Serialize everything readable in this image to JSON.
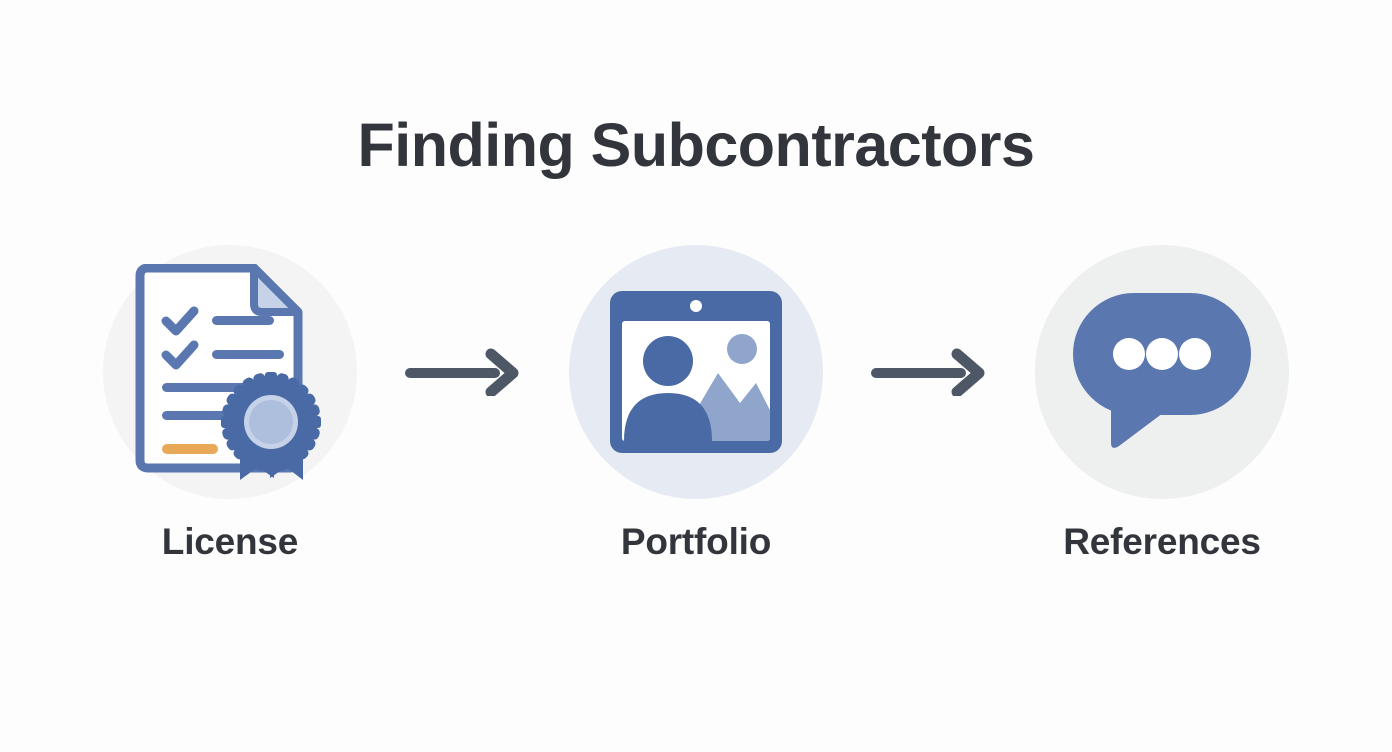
{
  "page": {
    "title": "Finding Subcontractors",
    "background_color": "#fdfdfd",
    "title_color": "#32363c"
  },
  "palette": {
    "primary_blue": "#5a77b0",
    "deep_blue": "#4a6aa5",
    "light_blue": "#8fa5cc",
    "pale_blue": "#c5d2e8",
    "accent_orange": "#e8a857",
    "arrow_gray": "#4e5766",
    "paper_white": "#ffffff"
  },
  "steps": [
    {
      "label": "License",
      "icon_name": "license-document-badge-icon",
      "circle_color": "#f3f4f3",
      "description": "Document with checklist and award seal"
    },
    {
      "label": "Portfolio",
      "icon_name": "portfolio-image-frame-icon",
      "circle_color": "#e6eaf2",
      "description": "Framed photo with person and mountains"
    },
    {
      "label": "References",
      "icon_name": "references-speech-bubble-icon",
      "circle_color": "#eeefef",
      "description": "Speech bubble with three dots"
    }
  ],
  "connectors": [
    {
      "icon_name": "arrow-right-icon",
      "color": "#4e5766"
    },
    {
      "icon_name": "arrow-right-icon",
      "color": "#4e5766"
    }
  ]
}
